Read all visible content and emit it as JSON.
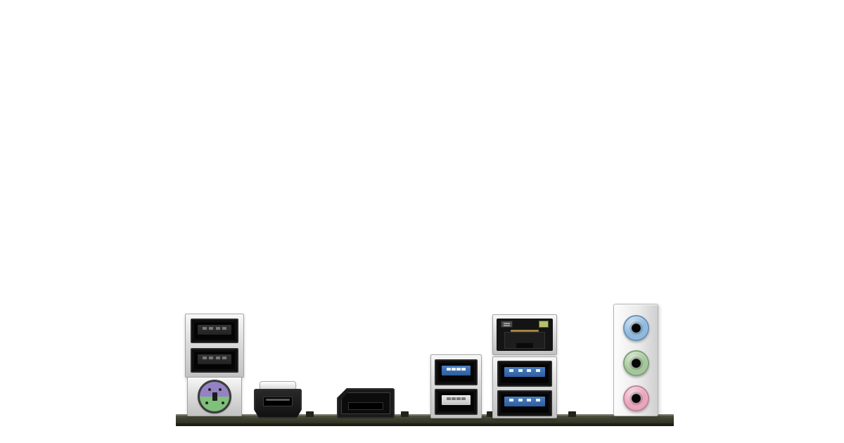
{
  "meta": {
    "title": "Motherboard rear I/O ports panel",
    "background": "#ffffff"
  },
  "colors": {
    "pcb_top": "#5a5f49",
    "pcb_mid": "#3e4230",
    "pcb_bottom": "#282b1c",
    "silver_light": "#f7f7f7",
    "silver_dark": "#c2c2c2",
    "port_black": "#141414",
    "usb3_blue": "#2e5d9f",
    "usb3_blue_light": "#4a7fc1",
    "ps2_purple": "#9582c5",
    "ps2_green": "#7fc07a",
    "audio_blue": "#8fb9dd",
    "audio_green": "#a5c69c",
    "audio_pink": "#e8a6bb",
    "lan_led_green": "#b6c16b",
    "gold_pins": "#b08f45"
  },
  "panel": {
    "port_groups": [
      {
        "id": "usb2-ps2-stack",
        "ports": [
          "usb2-type-a",
          "usb2-type-a",
          "ps2-keyboard-mouse-combo"
        ]
      },
      {
        "id": "hdmi",
        "ports": [
          "hdmi-port"
        ]
      },
      {
        "id": "displayport",
        "ports": [
          "displayport"
        ]
      },
      {
        "id": "usb3-stack-left",
        "ports": [
          "usb3-type-a",
          "usb-type-a"
        ]
      },
      {
        "id": "lan-usb3-stack",
        "ports": [
          "rj45-ethernet",
          "usb3-type-a",
          "usb3-type-a"
        ]
      },
      {
        "id": "audio-jack-stack",
        "ports": [
          "line-in-jack",
          "line-out-jack",
          "mic-in-jack"
        ]
      }
    ]
  }
}
